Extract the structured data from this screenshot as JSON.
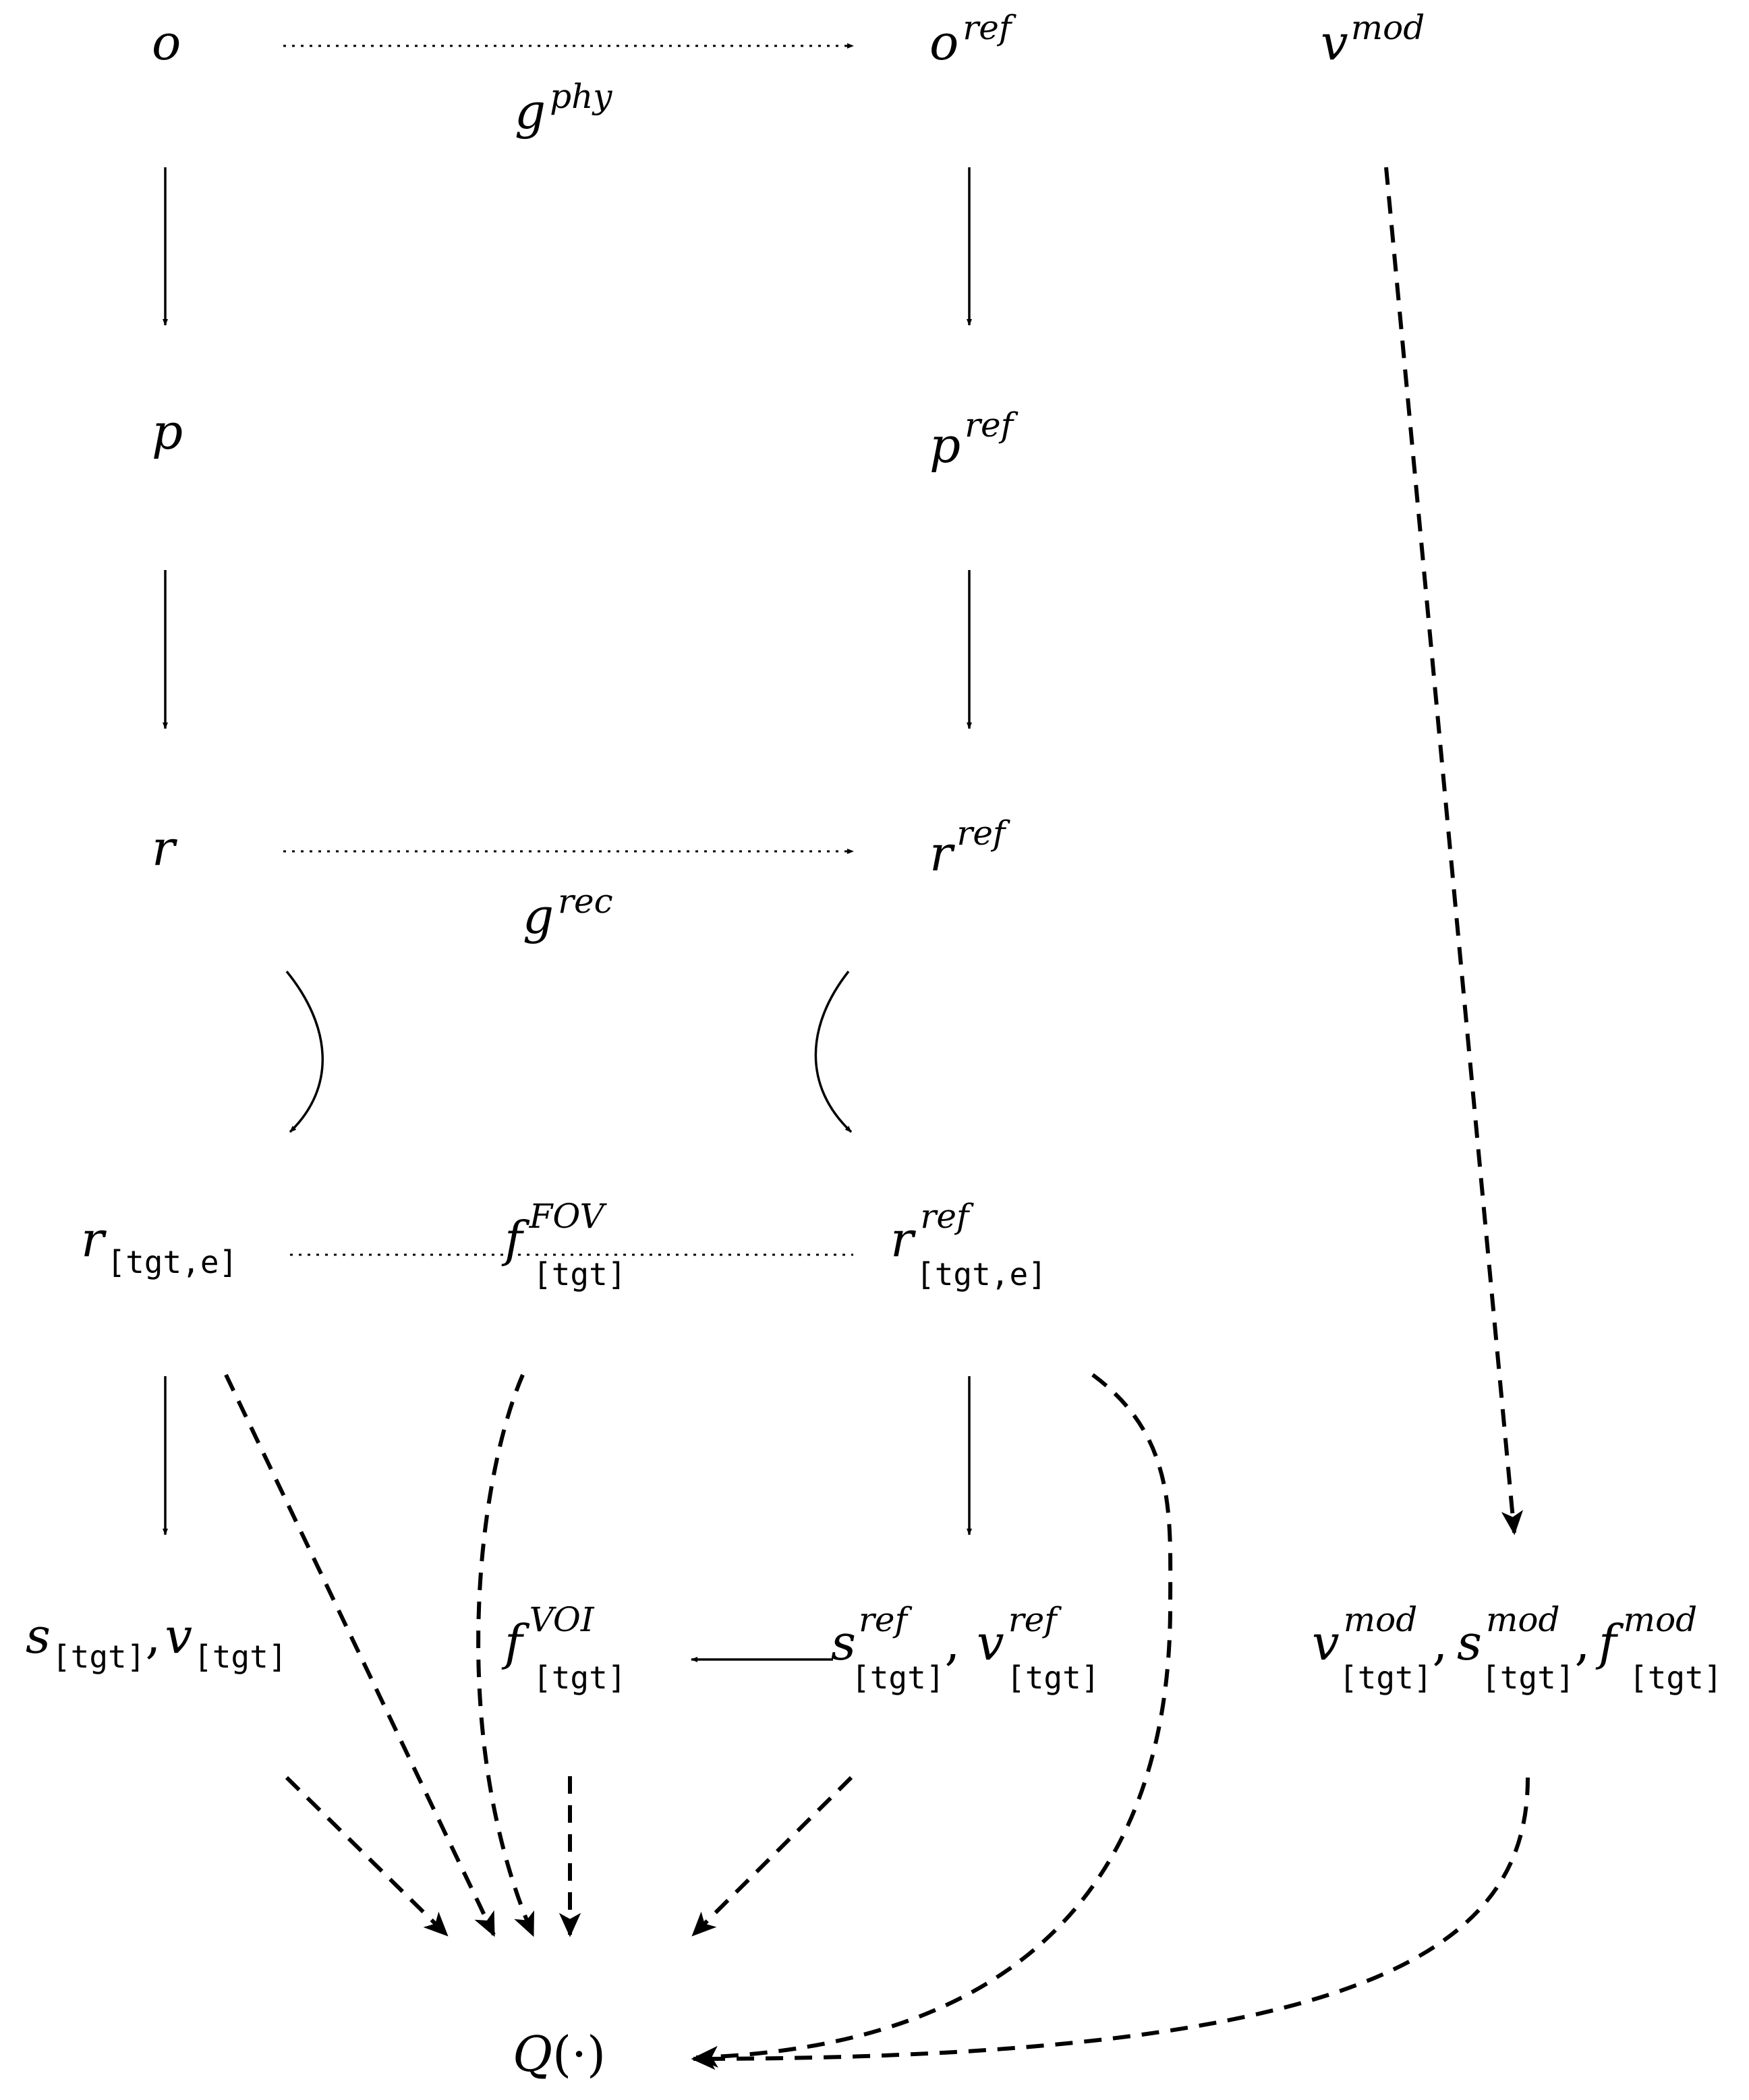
{
  "nodes": {
    "o": {
      "base": "o"
    },
    "o_ref": {
      "base": "o",
      "sup": "ref"
    },
    "v_mod": {
      "base": "v",
      "sup": "mod"
    },
    "p": {
      "base": "p"
    },
    "p_ref": {
      "base": "p",
      "sup": "ref"
    },
    "r": {
      "base": "r"
    },
    "r_ref": {
      "base": "r",
      "sup": "ref"
    },
    "r_tgt_e": {
      "base": "r",
      "sub": "[tgt,e]"
    },
    "f_fov": {
      "base": "f",
      "sup": "FOV",
      "sub": "[tgt]"
    },
    "r_ref_tgt_e": {
      "base": "r",
      "sup": "ref",
      "sub": "[tgt,e]"
    },
    "s_v_tgt": {
      "s": "s",
      "v": "v",
      "sub": "[tgt]",
      "comma": ","
    },
    "f_voi": {
      "base": "f",
      "sup": "VOI",
      "sub": "[tgt]"
    },
    "s_v_ref_tgt": {
      "s": "s",
      "v": "v",
      "sup": "ref",
      "sub": "[tgt]",
      "comma": ","
    },
    "mod_tgt": {
      "v": "v",
      "s": "s",
      "f": "f",
      "sup": "mod",
      "sub": "[tgt]",
      "comma": ","
    },
    "q": {
      "base": "Q",
      "paren_open": "(",
      "dot": "·",
      "paren_close": ")"
    }
  },
  "edge_labels": {
    "g_phy": {
      "base": "g",
      "sup": "phy"
    },
    "g_rec": {
      "base": "g",
      "sup": "rec"
    }
  },
  "edges": [
    {
      "from": "o",
      "to": "o_ref",
      "style": "dotted",
      "label": "g_phy"
    },
    {
      "from": "o",
      "to": "p",
      "style": "solid"
    },
    {
      "from": "p",
      "to": "r",
      "style": "solid"
    },
    {
      "from": "o_ref",
      "to": "p_ref",
      "style": "solid"
    },
    {
      "from": "p_ref",
      "to": "r_ref",
      "style": "solid"
    },
    {
      "from": "r",
      "to": "r_ref",
      "style": "dotted",
      "label": "g_rec"
    },
    {
      "from": "r",
      "to": "r_tgt_e",
      "style": "solid-curved"
    },
    {
      "from": "r_ref",
      "to": "r_ref_tgt_e",
      "style": "solid-curved"
    },
    {
      "from": "r_tgt_e",
      "to": "r_ref_tgt_e",
      "style": "dotted-undirected"
    },
    {
      "from": "r_tgt_e",
      "to": "s_v_tgt",
      "style": "solid"
    },
    {
      "from": "r_ref_tgt_e",
      "to": "s_v_ref_tgt",
      "style": "solid"
    },
    {
      "from": "s_v_ref_tgt",
      "to": "f_voi",
      "style": "solid"
    },
    {
      "from": "v_mod",
      "to": "mod_tgt",
      "style": "dashed"
    },
    {
      "from": "r_tgt_e",
      "to": "q",
      "style": "dashed"
    },
    {
      "from": "f_fov",
      "to": "q",
      "style": "dashed-curved"
    },
    {
      "from": "r_ref_tgt_e",
      "to": "q",
      "style": "dashed-curved"
    },
    {
      "from": "s_v_tgt",
      "to": "q",
      "style": "dashed"
    },
    {
      "from": "f_voi",
      "to": "q",
      "style": "dashed"
    },
    {
      "from": "s_v_ref_tgt",
      "to": "q",
      "style": "dashed"
    },
    {
      "from": "mod_tgt",
      "to": "q",
      "style": "dashed-curved"
    }
  ]
}
